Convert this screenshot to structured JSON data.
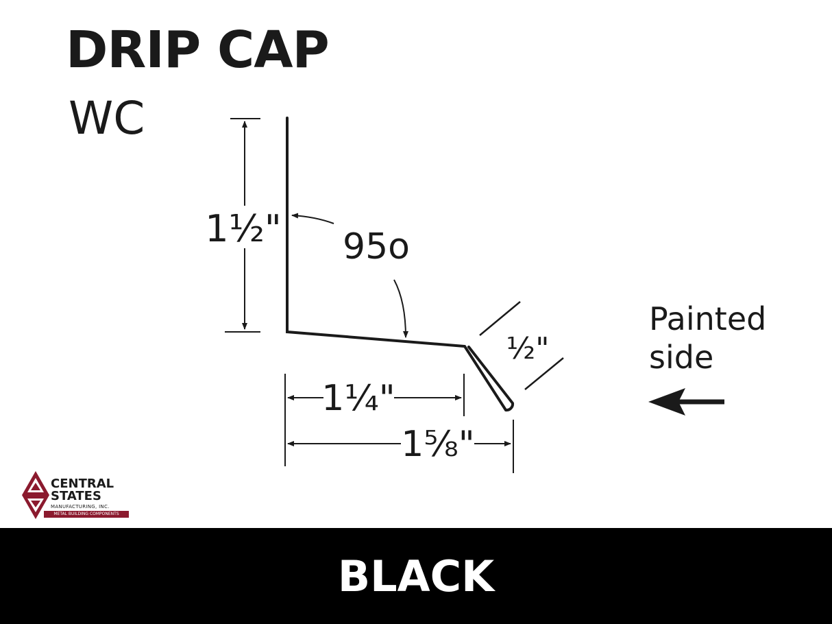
{
  "product": {
    "title": "DRIP CAP",
    "code": "WC"
  },
  "dimensions": {
    "height": "1½\"",
    "angle": "95o",
    "hem": "½\"",
    "base": "1¼\"",
    "overall": "1⅝\""
  },
  "painted_side": {
    "line1": "Painted",
    "line2": "side"
  },
  "logo": {
    "line1": "CENTRAL",
    "line2": "STATES",
    "subline": "MANUFACTURING, INC.",
    "tagline": "METAL BUILDING COMPONENTS",
    "brand_color": "#8b1a2e"
  },
  "color_banner": {
    "label": "BLACK",
    "background": "#000000",
    "text_color": "#ffffff"
  }
}
